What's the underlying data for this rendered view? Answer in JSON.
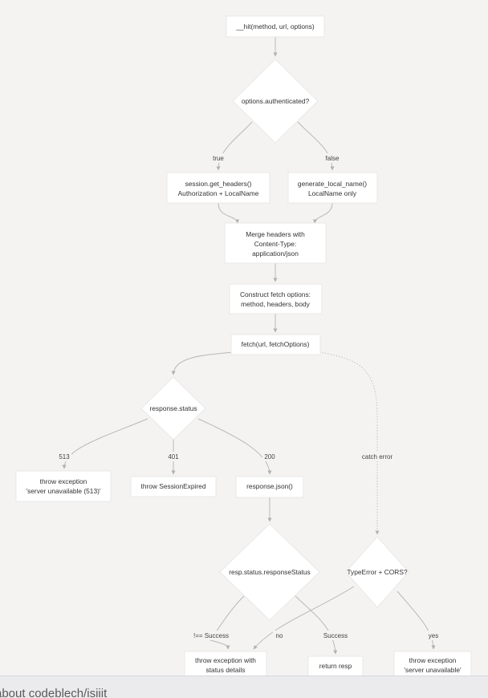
{
  "nodes": {
    "hit": "__hit(method, url, options)",
    "auth": "options.authenticated?",
    "session": [
      "session.get_headers()",
      "Authorization + LocalName"
    ],
    "local": [
      "generate_local_name()",
      "LocalName only"
    ],
    "merge": [
      "Merge headers with",
      "Content-Type:",
      "application/json"
    ],
    "construct": [
      "Construct fetch options:",
      "method, headers, body"
    ],
    "fetch": "fetch(url, fetchOptions)",
    "status": "response.status",
    "throw513": [
      "throw exception",
      "'server unavailable (513)'"
    ],
    "expired": "throw SessionExpired",
    "json": "response.json()",
    "respstatus": "resp.status.responseStatus",
    "typeerror": "TypeError + CORS?",
    "throwdetails": [
      "throw exception with",
      "status details"
    ],
    "returnresp": "return resp",
    "throwunavail": [
      "throw exception",
      "'server unavailable'"
    ]
  },
  "edge_labels": {
    "true": "true",
    "false": "false",
    "s513": "513",
    "s401": "401",
    "s200": "200",
    "catch": "catch error",
    "notsuccess": "!== Success",
    "no": "no",
    "success": "Success",
    "yes": "yes"
  },
  "footer": {
    "text": "about codeblech/isiiit"
  },
  "colors": {
    "background": "#f4f3f2",
    "node_fill": "#ffffff",
    "edge": "#b8b8b8",
    "text": "#333333"
  }
}
